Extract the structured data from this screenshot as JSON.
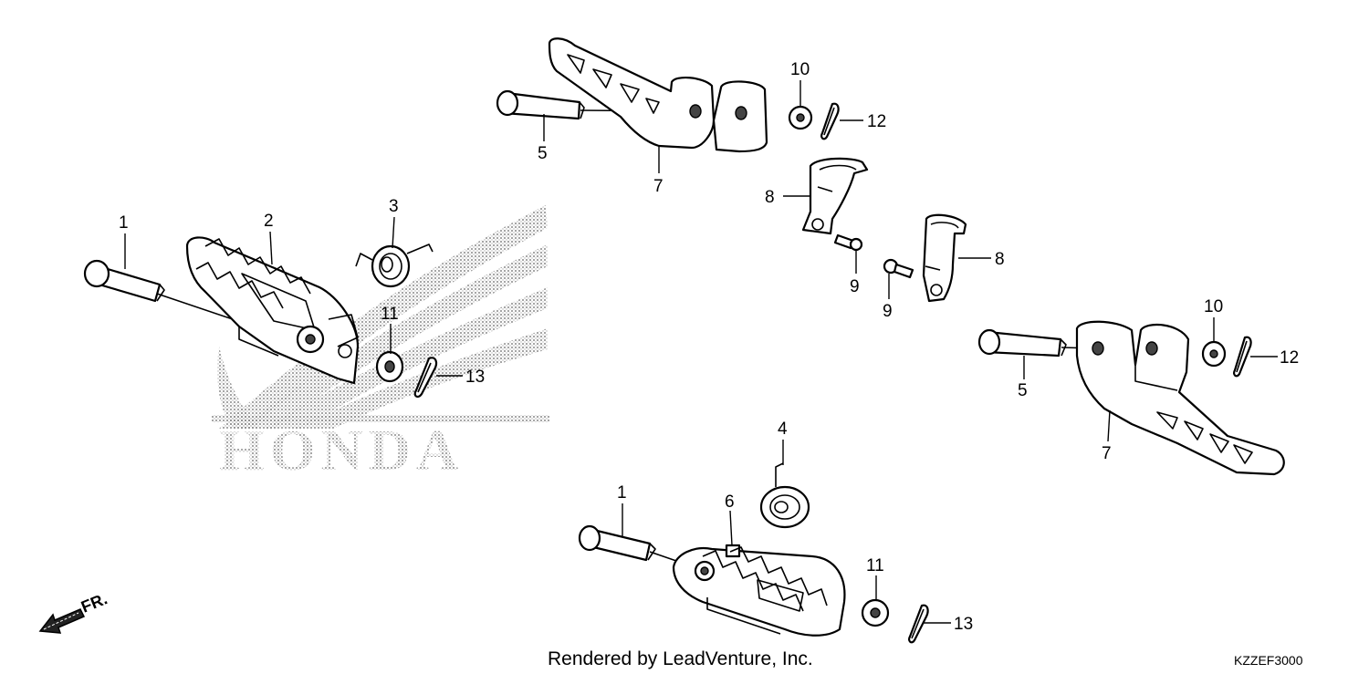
{
  "watermark": {
    "brand": "HONDA"
  },
  "callouts": {
    "c1a": "1",
    "c1b": "1",
    "c2": "2",
    "c3": "3",
    "c4": "4",
    "c5a": "5",
    "c5b": "5",
    "c6": "6",
    "c7a": "7",
    "c7b": "7",
    "c8a": "8",
    "c8b": "8",
    "c9a": "9",
    "c9b": "9",
    "c10a": "10",
    "c10b": "10",
    "c11a": "11",
    "c11b": "11",
    "c12a": "12",
    "c12b": "12",
    "c13a": "13",
    "c13b": "13"
  },
  "front_indicator": "FR.",
  "credit": "Rendered by LeadVenture, Inc.",
  "diagram_code": "KZZEF3000"
}
